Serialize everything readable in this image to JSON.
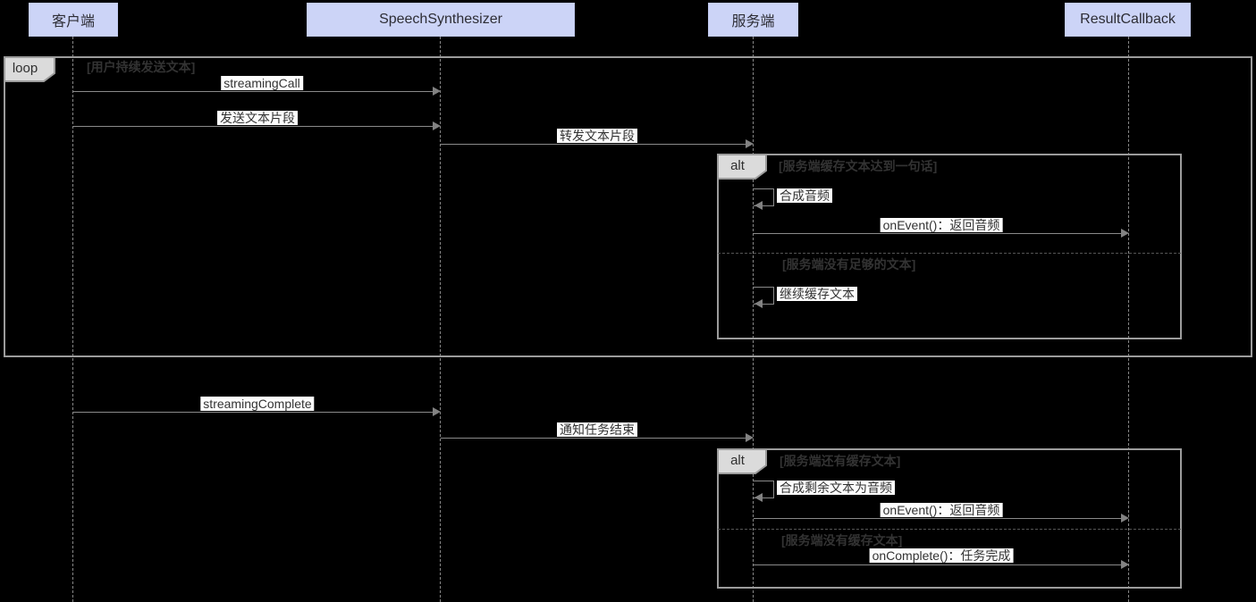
{
  "participants": [
    {
      "id": "client",
      "label": "客户端"
    },
    {
      "id": "speech-synthesizer",
      "label": "SpeechSynthesizer"
    },
    {
      "id": "server",
      "label": "服务端"
    },
    {
      "id": "result-callback",
      "label": "ResultCallback"
    }
  ],
  "fragments": [
    {
      "operator": "loop",
      "guards": [
        "[用户持续发送文本]"
      ]
    },
    {
      "operator": "alt",
      "guards": [
        "[服务端缓存文本达到一句话]",
        "[服务端没有足够的文本]"
      ]
    },
    {
      "operator": "alt",
      "guards": [
        "[服务端还有缓存文本]",
        "[服务端没有缓存文本]"
      ]
    }
  ],
  "messages": [
    {
      "label": "streamingCall",
      "from": "客户端",
      "to": "SpeechSynthesizer",
      "self": false
    },
    {
      "label": "发送文本片段",
      "from": "客户端",
      "to": "SpeechSynthesizer",
      "self": false
    },
    {
      "label": "转发文本片段",
      "from": "SpeechSynthesizer",
      "to": "服务端",
      "self": false
    },
    {
      "label": "合成音频",
      "from": "服务端",
      "to": "服务端",
      "self": true
    },
    {
      "label": "onEvent()：返回音频",
      "from": "服务端",
      "to": "ResultCallback",
      "self": false
    },
    {
      "label": "继续缓存文本",
      "from": "服务端",
      "to": "服务端",
      "self": true
    },
    {
      "label": "streamingComplete",
      "from": "客户端",
      "to": "SpeechSynthesizer",
      "self": false
    },
    {
      "label": "通知任务结束",
      "from": "SpeechSynthesizer",
      "to": "服务端",
      "self": false
    },
    {
      "label": "合成剩余文本为音频",
      "from": "服务端",
      "to": "服务端",
      "self": true
    },
    {
      "label": "onEvent()：返回音频",
      "from": "服务端",
      "to": "ResultCallback",
      "self": false
    },
    {
      "label": "onComplete()：任务完成",
      "from": "服务端",
      "to": "ResultCallback",
      "self": false
    }
  ],
  "colors": {
    "background": "#000000",
    "participant_fill": "#ccd4f7",
    "participant_text": "#2d2d35",
    "lifeline": "#868686",
    "fragment_border": "#9c9c9c",
    "fragment_label_fill": "#dbdbdb",
    "message_line": "#8a8a8a",
    "message_label_bg": "#fdfdfd",
    "message_label_text": "#333333",
    "guard_text": "#333333"
  }
}
